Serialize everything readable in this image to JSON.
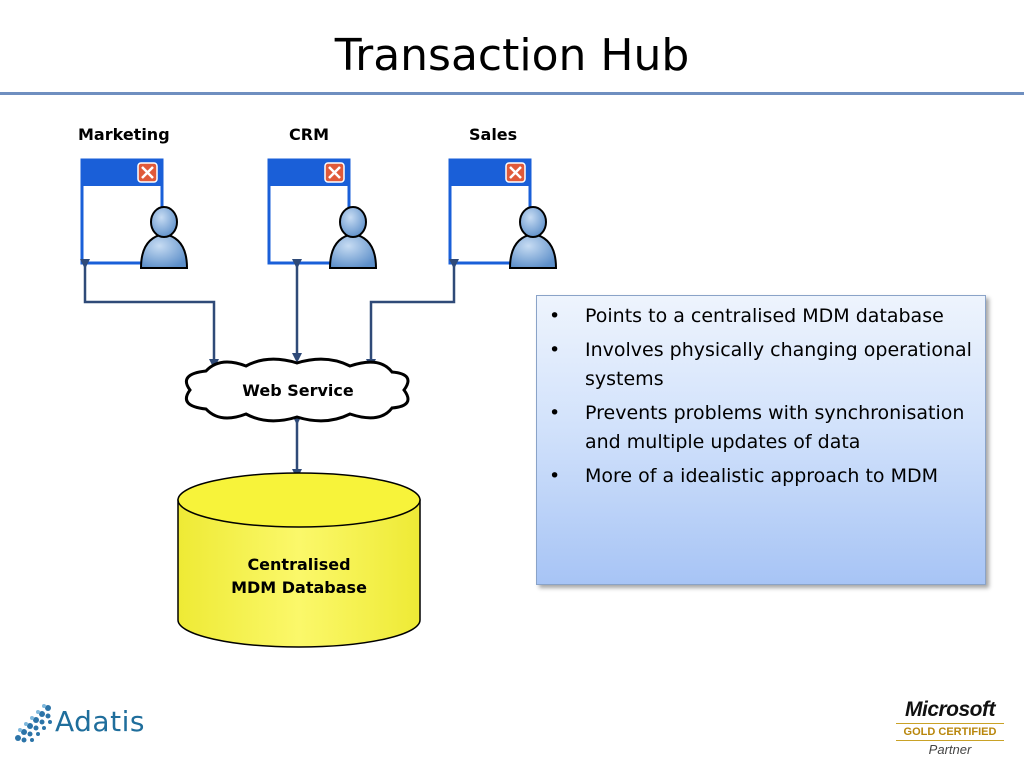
{
  "title": "Transaction Hub",
  "systems": [
    {
      "label": "Marketing"
    },
    {
      "label": "CRM"
    },
    {
      "label": "Sales"
    }
  ],
  "cloud_label": "Web Service",
  "database": {
    "line1": "Centralised",
    "line2": "MDM Database"
  },
  "bullets": [
    "Points to a centralised MDM database",
    "Involves physically changing operational systems",
    "Prevents problems with synchronisation and multiple updates of data",
    "More of a idealistic approach to MDM"
  ],
  "bullet_char": "•",
  "footer": {
    "company_logo_text": "Adatis",
    "partner_logo": {
      "brand": "Microsoft",
      "tier": "GOLD CERTIFIED",
      "program": "Partner"
    }
  },
  "colors": {
    "title_rule": "#6f8fc0",
    "window_titlebar": "#1a5fd8",
    "database_fill": "#f7f33a",
    "arrow": "#2f4a78",
    "callout_bg_bottom": "#a7c4f5"
  }
}
